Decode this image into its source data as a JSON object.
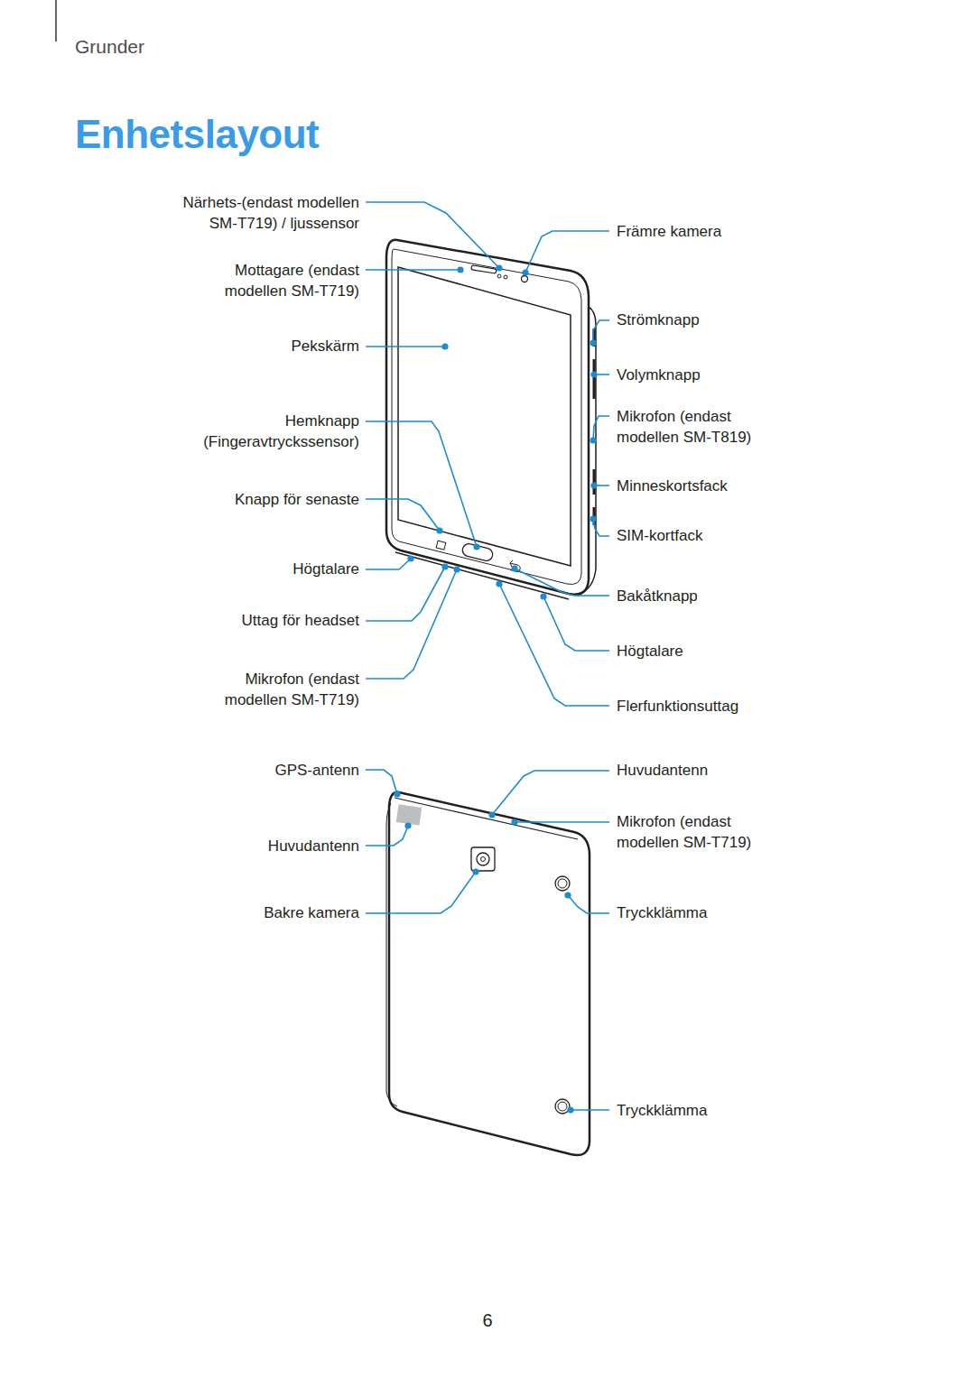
{
  "diagram": {
    "title": "Enhetslayout",
    "labels": [
      "Grunder",
      "Närhets-(endast modellen SM-T719) / ljussensor",
      "Främre kamera",
      "Mottagare (endast modellen SM-T719)",
      "Strömknapp",
      "Pekskärm",
      "Volymknapp",
      "Hemknapp (Fingeravtryckssensor)",
      "Mikrofon (endast modellen SM-T819)",
      "Minneskortsfack",
      "Knapp för senaste",
      "SIM-kortfack",
      "Högtalare",
      "Bakåtknapp",
      "Uttag för headset",
      "Högtalare",
      "Mikrofon (endast modellen SM-T719)",
      "Flerfunktionsuttag",
      "GPS-antenn",
      "Huvudantenn",
      "Huvudantenn",
      "Mikrofon (endast modellen SM-T719)",
      "Bakre kamera",
      "Tryckklämma",
      "Tryckklämma",
      "6"
    ]
  }
}
